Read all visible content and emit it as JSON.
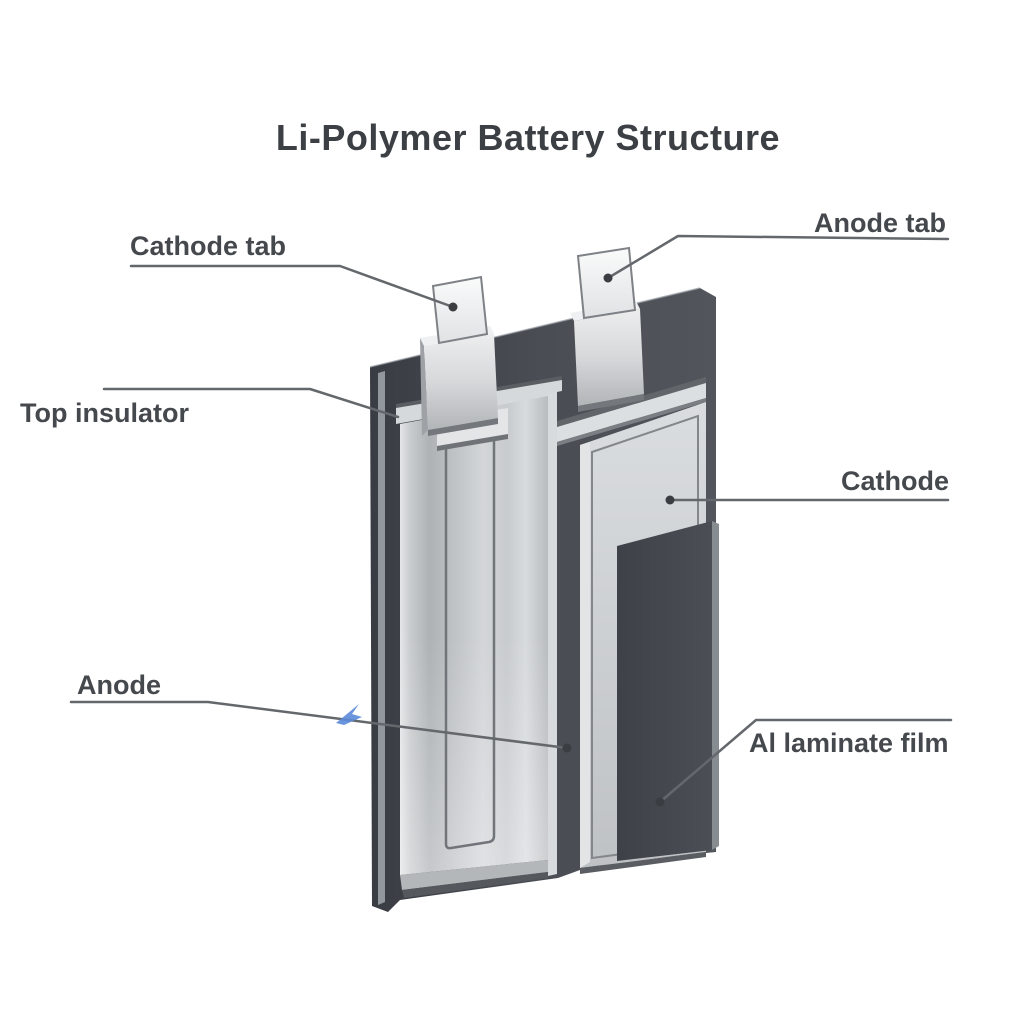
{
  "title": "Li-Polymer Battery Structure",
  "figure": {
    "type": "labeled-diagram",
    "subject": "Li-Polymer pouch battery cutaway illustration",
    "labels": {
      "cathode_tab": "Cathode tab",
      "anode_tab": "Anode tab",
      "top_insulator": "Top insulator",
      "cathode": "Cathode",
      "anode": "Anode",
      "al_laminate_film": "Al laminate film"
    }
  },
  "colors": {
    "background": "#ffffff",
    "title_text": "#3c4045",
    "label_text": "#45494d",
    "leader_line": "#64686c",
    "pouch_dark": "#44484e",
    "layer_light": "#c8cbce",
    "al_laminate_panel": "#42464c",
    "tab_white": "#f4f5f6",
    "cursor_blue": "#5b8ad8"
  }
}
